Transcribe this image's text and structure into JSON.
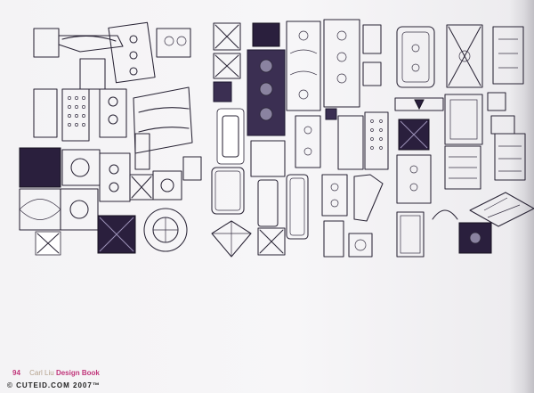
{
  "folio": {
    "page_number": "94",
    "author": "Carl Liu",
    "book_title": "Design Book"
  },
  "watermark": "© CUTEID.COM 2007™"
}
